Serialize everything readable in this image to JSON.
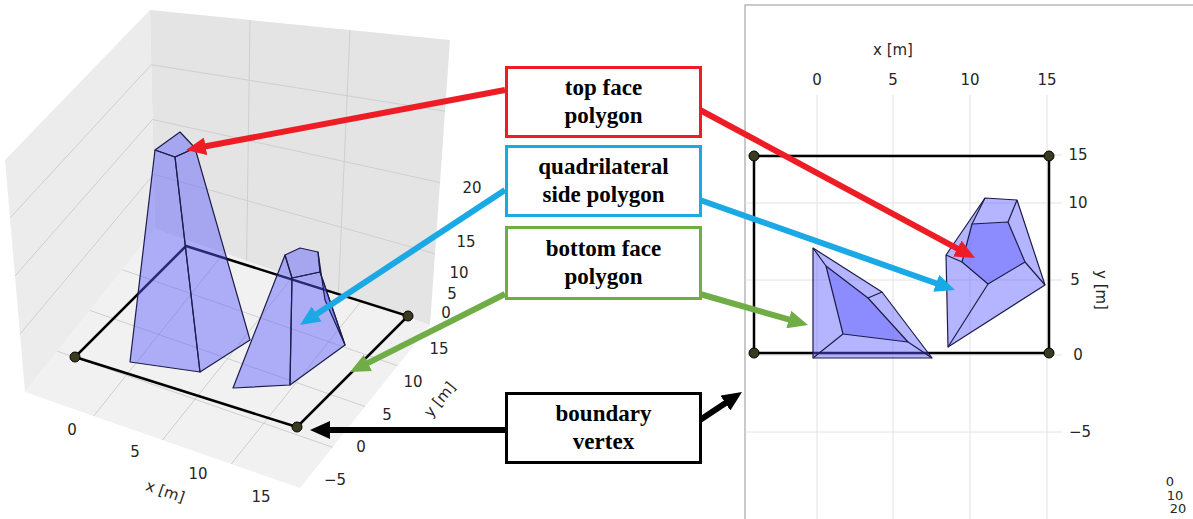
{
  "diagram": {
    "nodes": [
      {
        "text": [
          "top face polygon"
        ]
      },
      {
        "text": [
          "quadrilateral side polygon"
        ]
      },
      {
        "text": [
          "bottom face polygon"
        ]
      },
      {
        "text": [
          "boundary vertex"
        ]
      }
    ],
    "labels": [
      "0",
      "5",
      "10",
      "15",
      "x [m]",
      "−5",
      "0",
      "5",
      "10",
      "15",
      "y [m]",
      "20",
      "15",
      "10",
      "5",
      "0",
      "x [m]",
      "0",
      "5",
      "10",
      "15",
      "15",
      "10",
      "5",
      "0",
      "−5",
      "y [m]",
      "0",
      "10",
      "20"
    ]
  }
}
